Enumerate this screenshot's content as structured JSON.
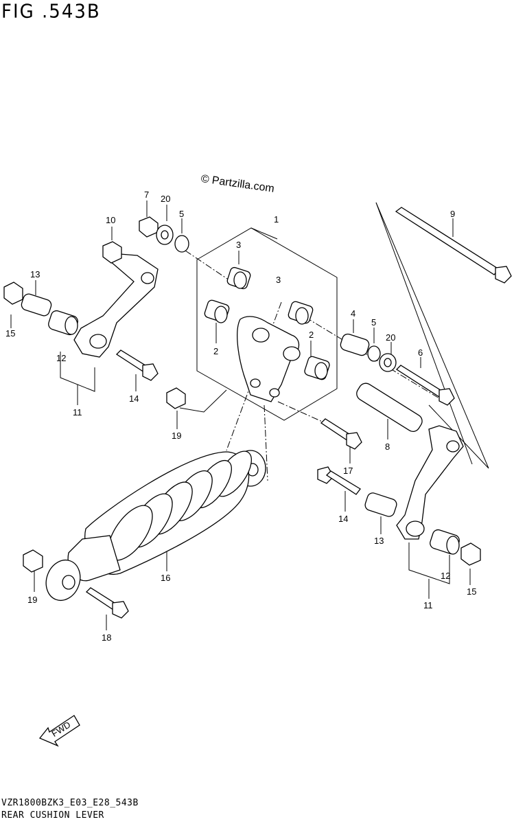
{
  "figure_title": "FIG .543B",
  "watermark": "© Partzilla.com",
  "footer": {
    "code": "VZR1800BZK3_E03_E28_543B",
    "name": "REAR CUSHION LEVER"
  },
  "fwd_label": "FWD",
  "callouts": [
    "1",
    "2",
    "2",
    "3",
    "3",
    "4",
    "5",
    "5",
    "6",
    "7",
    "8",
    "9",
    "10",
    "11",
    "11",
    "12",
    "12",
    "13",
    "13",
    "14",
    "14",
    "15",
    "15",
    "16",
    "17",
    "18",
    "19",
    "19",
    "20",
    "20"
  ]
}
